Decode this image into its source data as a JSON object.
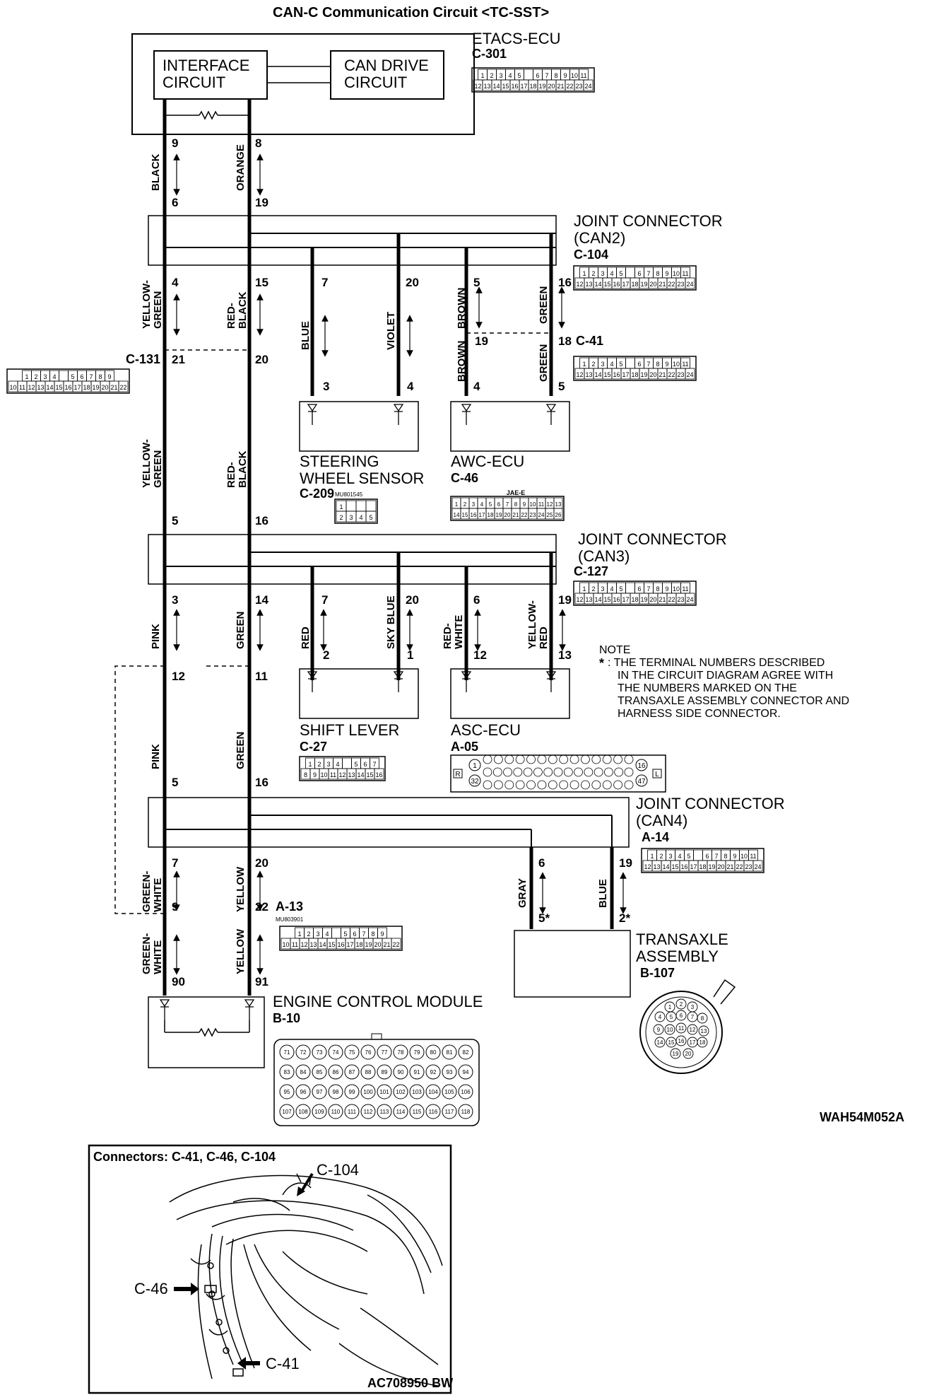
{
  "title": "CAN-C Communication Circuit <TC-SST>",
  "etacs": {
    "name": "ETACS-ECU",
    "connector": "C-301",
    "interface_line1": "INTERFACE",
    "interface_line2": "CIRCUIT",
    "candrive_line1": "CAN DRIVE",
    "candrive_line2": "CIRCUIT",
    "grid_row1": [
      "1",
      "2",
      "3",
      "4",
      "5",
      "",
      "6",
      "7",
      "8",
      "9",
      "10",
      "11"
    ],
    "grid_row2": [
      "12",
      "13",
      "14",
      "15",
      "16",
      "17",
      "18",
      "19",
      "20",
      "21",
      "22",
      "23",
      "24"
    ]
  },
  "jc_can2": {
    "name_line1": "JOINT CONNECTOR",
    "name_line2": "(CAN2)",
    "connector": "C-104"
  },
  "jc_can3": {
    "name_line1": "JOINT CONNECTOR",
    "name_line2": "(CAN3)",
    "connector": "C-127"
  },
  "jc_can4": {
    "name_line1": "JOINT CONNECTOR",
    "name_line2": "(CAN4)",
    "connector": "A-14"
  },
  "pins": {
    "p9": "9",
    "p8": "8",
    "p6": "6",
    "p19": "19",
    "c104_4": "4",
    "c104_15": "15",
    "c104_7": "7",
    "c104_20": "20",
    "c104_5": "5",
    "c104_16": "16",
    "c131_21": "21",
    "c131_20": "20",
    "c41_19": "19",
    "c41_18": "18",
    "sws_3": "3",
    "sws_4": "4",
    "awc_4": "4",
    "awc_5": "5",
    "c127_in_5": "5",
    "c127_in_16": "16",
    "c127_3": "3",
    "c127_14": "14",
    "c127_7": "7",
    "c127_20": "20",
    "c127_6": "6",
    "c127_19": "19",
    "sl_2": "2",
    "sl_1": "1",
    "asc_12": "12",
    "asc_13": "13",
    "mid_12": "12",
    "mid_11": "11",
    "a14_in_5": "5",
    "a14_in_16": "16",
    "a14_7": "7",
    "a14_20": "20",
    "a14_6": "6",
    "a14_19": "19",
    "a13_9": "9",
    "a13_22": "22",
    "tr_5": "5*",
    "tr_2": "2*",
    "ecm_90": "90",
    "ecm_91": "91"
  },
  "wires": {
    "black": "BLACK",
    "orange": "ORANGE",
    "yellow_green_a": "YELLOW-",
    "yellow_green_b": "GREEN",
    "red_black_a": "RED-",
    "red_black_b": "BLACK",
    "blue": "BLUE",
    "violet": "VIOLET",
    "brown": "BROWN",
    "green": "GREEN",
    "pink": "PINK",
    "red": "RED",
    "sky_blue": "SKY BLUE",
    "red_white_a": "RED-",
    "red_white_b": "WHITE",
    "yellow_red_a": "YELLOW-",
    "yellow_red_b": "RED",
    "green_white_a": "GREEN-",
    "green_white_b": "WHITE",
    "yellow": "YELLOW",
    "gray": "GRAY"
  },
  "connectors": {
    "c131": "C-131",
    "c41": "C-41",
    "c46": "C-46",
    "c209": "C-209",
    "c209_part": "MU801545",
    "c27": "C-27",
    "a05": "A-05",
    "a13": "A-13",
    "a13_part": "MU803901",
    "b10": "B-10",
    "b107": "B-107",
    "jae": "JAE-E"
  },
  "components": {
    "sws_line1": "STEERING",
    "sws_line2": "WHEEL SENSOR",
    "awc": "AWC-ECU",
    "shift": "SHIFT LEVER",
    "asc": "ASC-ECU",
    "ecm": "ENGINE CONTROL MODULE",
    "trans_line1": "TRANSAXLE",
    "trans_line2": "ASSEMBLY"
  },
  "note": {
    "heading": "NOTE",
    "star": "*",
    "lines": [
      ": THE TERMINAL NUMBERS DESCRIBED",
      "IN THE CIRCUIT DIAGRAM AGREE WITH",
      "THE NUMBERS MARKED ON THE",
      "TRANSAXLE ASSEMBLY CONNECTOR AND",
      "HARNESS SIDE CONNECTOR."
    ]
  },
  "diagram_code": "WAH54M052A",
  "inset": {
    "title": "Connectors: C-41, C-46, C-104",
    "c104": "C-104",
    "c46": "C-46",
    "c41": "C-41",
    "code": "AC708950 BW"
  },
  "grids": {
    "c131_row1": [
      "1",
      "2",
      "3",
      "4",
      "",
      "5",
      "6",
      "7",
      "8",
      "9"
    ],
    "c131_row2": [
      "10",
      "11",
      "12",
      "13",
      "14",
      "15",
      "16",
      "17",
      "18",
      "19",
      "20",
      "21",
      "22"
    ],
    "c209_row1": [
      "1",
      "",
      "",
      ""
    ],
    "c209_row2": [
      "2",
      "3",
      "4",
      "5"
    ],
    "c46_row1": [
      "1",
      "2",
      "3",
      "4",
      "5",
      "6",
      "7",
      "8",
      "9",
      "10",
      "11",
      "12",
      "13"
    ],
    "c46_row2": [
      "14",
      "15",
      "16",
      "17",
      "18",
      "19",
      "20",
      "21",
      "22",
      "23",
      "24",
      "25",
      "26"
    ],
    "c27_row1": [
      "1",
      "2",
      "3",
      "4",
      "",
      "5",
      "6",
      "7"
    ],
    "c27_row2": [
      "8",
      "9",
      "10",
      "11",
      "12",
      "13",
      "14",
      "15",
      "16"
    ],
    "a13_row1": [
      "1",
      "2",
      "3",
      "4",
      "",
      "5",
      "6",
      "7",
      "8",
      "9"
    ],
    "a13_row2": [
      "10",
      "11",
      "12",
      "13",
      "14",
      "15",
      "16",
      "17",
      "18",
      "19",
      "20",
      "21",
      "22"
    ],
    "b10_row1": [
      "71",
      "72",
      "73",
      "74",
      "75",
      "76",
      "77",
      "78",
      "79",
      "80",
      "81",
      "82"
    ],
    "b10_row2": [
      "83",
      "84",
      "85",
      "86",
      "87",
      "88",
      "89",
      "90",
      "91",
      "92",
      "93",
      "94"
    ],
    "b10_row3": [
      "95",
      "96",
      "97",
      "98",
      "99",
      "100",
      "101",
      "102",
      "103",
      "104",
      "105",
      "106"
    ],
    "b10_row4": [
      "107",
      "108",
      "109",
      "110",
      "111",
      "112",
      "113",
      "114",
      "115",
      "116",
      "117",
      "118"
    ],
    "b107_pins": [
      "1",
      "2",
      "3",
      "4",
      "5",
      "6",
      "7",
      "8",
      "9",
      "10",
      "11",
      "12",
      "13",
      "14",
      "15",
      "16",
      "17",
      "18",
      "19",
      "20"
    ],
    "a05_left_top": "1",
    "a05_left_bottom": "32",
    "a05_right_top": "16",
    "a05_right_bottom": "47",
    "a05_r": "R",
    "a05_l": "L"
  }
}
